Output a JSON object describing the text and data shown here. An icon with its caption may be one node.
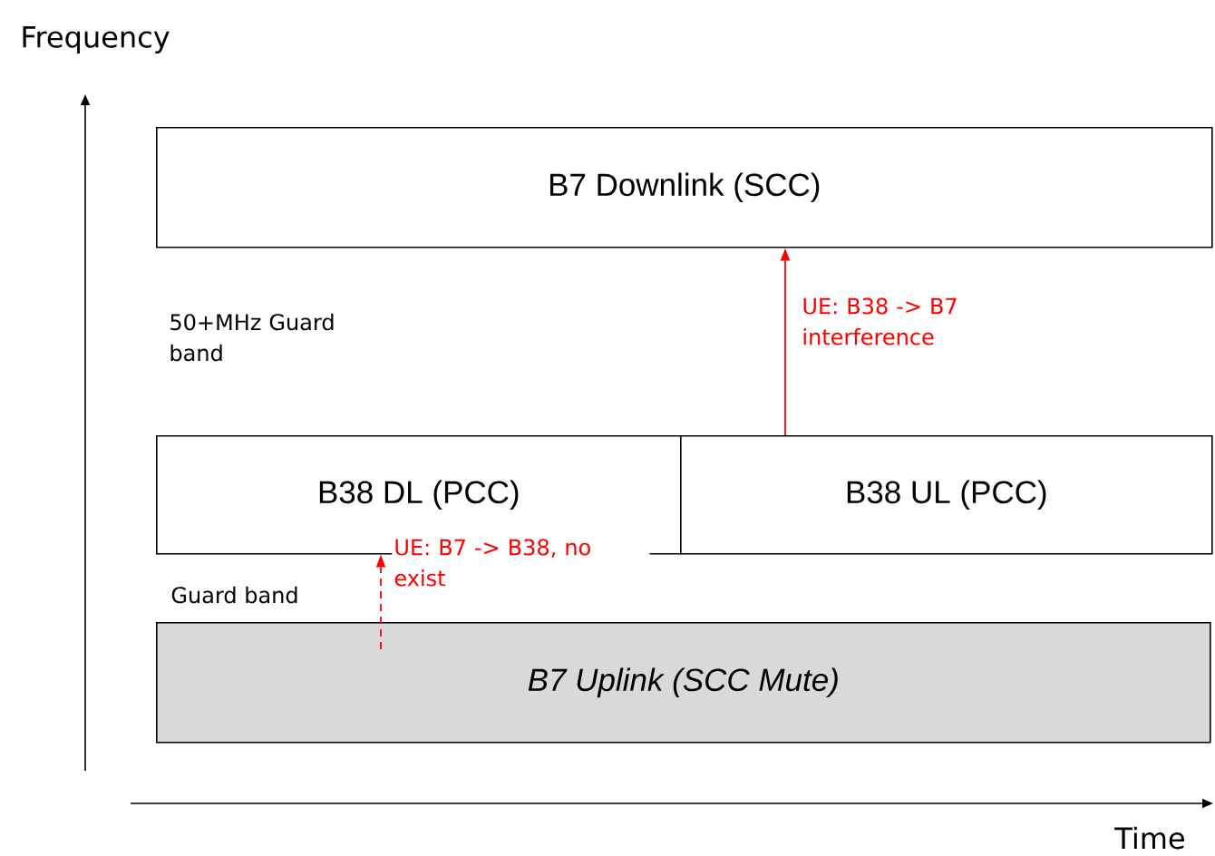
{
  "diagram": {
    "nodes": [
      {
        "text": [
          "B7 Downlink (SCC)"
        ]
      },
      {
        "text": [
          "B38 DL (PCC)"
        ]
      },
      {
        "text": [
          "B38 UL (PCC)"
        ]
      },
      {
        "text": [
          "B7 Uplink (SCC Mute)"
        ]
      }
    ],
    "edges": [
      {
        "from": 2,
        "to": 0,
        "arrow": "to",
        "color": "#ff0000",
        "label": "UE: B38 -> B7 interference"
      },
      {
        "from": 3,
        "to": 1,
        "arrow": "to",
        "style": "dashed",
        "color": "#ff0000",
        "label": "UE: B7 -> B38, no exist"
      }
    ],
    "labels": [
      "Frequency",
      "50+MHz Guard band",
      "Guard band",
      "Time"
    ]
  }
}
